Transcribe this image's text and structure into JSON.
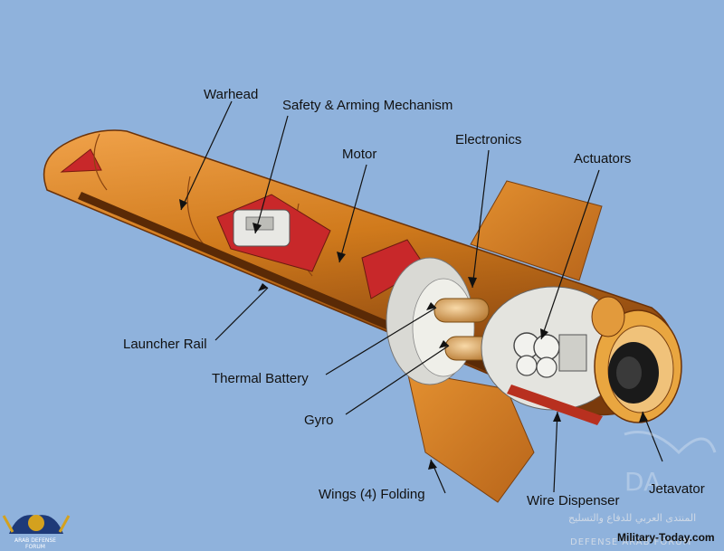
{
  "labels": {
    "warhead": "Warhead",
    "safety_arming": "Safety & Arming Mechanism",
    "motor": "Motor",
    "electronics": "Electronics",
    "actuators": "Actuators",
    "launcher_rail": "Launcher Rail",
    "thermal_battery": "Thermal Battery",
    "gyro": "Gyro",
    "wings_folding": "Wings (4) Folding",
    "wire_dispenser": "Wire Dispenser",
    "jetavator": "Jetavator"
  },
  "watermark": {
    "credit": "Military-Today.com",
    "forum_arabic": "المنتدى العربي للدفاع والتسليح",
    "forum_english": "DEFENSE ARAB FORUM",
    "badge_text": "ARAB DEFENSE FORUM"
  },
  "colors": {
    "background": "#8fb2dc",
    "body_orange": "#d07a1c",
    "body_dark": "#8a4410",
    "cutaway_red": "#c8282a",
    "component_white": "#e8e8e4"
  }
}
